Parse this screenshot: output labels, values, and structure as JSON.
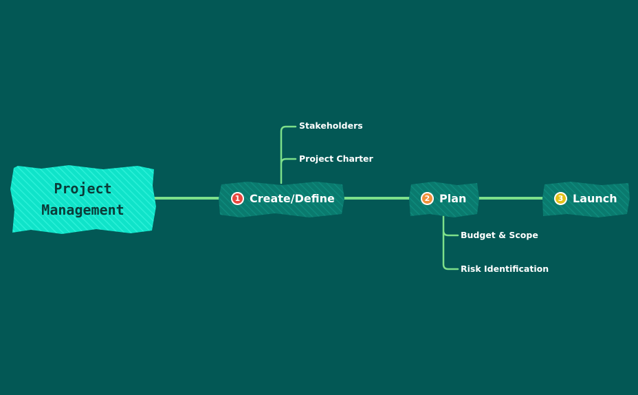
{
  "colors": {
    "background": "#035855",
    "root_fill": "#10e3c9",
    "topic_fill": "#0a7a6e",
    "connector": "#7de08a",
    "badge_1": "#e8473e",
    "badge_2": "#f0903a",
    "badge_3": "#e2c21a"
  },
  "root": {
    "line1": "Project",
    "line2": "Management"
  },
  "topics": [
    {
      "badge": "1",
      "label": "Create/Define",
      "icon": "number-1-badge-icon"
    },
    {
      "badge": "2",
      "label": "Plan",
      "icon": "number-2-badge-icon"
    },
    {
      "badge": "3",
      "label": "Launch",
      "icon": "number-3-badge-icon"
    }
  ],
  "subtopics": {
    "create": [
      "Stakeholders",
      "Project Charter"
    ],
    "plan": [
      "Budget & Scope",
      "Risk Identification"
    ]
  }
}
